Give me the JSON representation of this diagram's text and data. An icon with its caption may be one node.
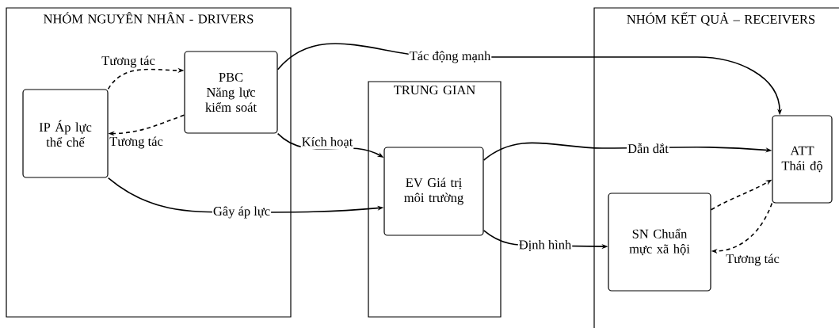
{
  "diagram": {
    "nodes": [
      {
        "text": [
          "NHÓM NGUYÊN NHÂN - DRIVERS"
        ]
      },
      {
        "text": [
          "PBC Năng lực kiểm soát"
        ],
        "in": 0
      },
      {
        "text": [
          "IP Áp lực thể chế"
        ],
        "in": 0
      },
      {
        "text": [
          "TRUNG GIAN"
        ]
      },
      {
        "text": [
          "EV Giá trị môi trường"
        ],
        "in": 3
      },
      {
        "text": [
          "NHÓM KẾT QUẢ – RECEIVERS"
        ]
      },
      {
        "text": [
          "ATT Thái độ"
        ],
        "in": 5
      },
      {
        "text": [
          "SN Chuẩn mực xã hội"
        ],
        "in": 5
      }
    ],
    "edges": [
      {
        "from": 2,
        "to": 1,
        "arrow": "to",
        "label": "Tương tác",
        "style": "dashed"
      },
      {
        "from": 1,
        "to": 2,
        "arrow": "to",
        "label": "Tương tác",
        "style": "dashed"
      },
      {
        "from": 1,
        "to": 6,
        "arrow": "to",
        "label": "Tác động mạnh"
      },
      {
        "from": 1,
        "to": 4,
        "arrow": "to",
        "label": "Kích hoạt"
      },
      {
        "from": 2,
        "to": 4,
        "arrow": "to",
        "label": "Gây áp lực"
      },
      {
        "from": 4,
        "to": 6,
        "arrow": "to",
        "label": "Dẫn dắt"
      },
      {
        "from": 4,
        "to": 7,
        "arrow": "to",
        "label": "Định hình"
      },
      {
        "from": 7,
        "to": 6,
        "arrow": "to",
        "style": "dashed"
      },
      {
        "from": 6,
        "to": 7,
        "arrow": "to",
        "label": "Tương tác",
        "style": "dashed"
      }
    ]
  }
}
